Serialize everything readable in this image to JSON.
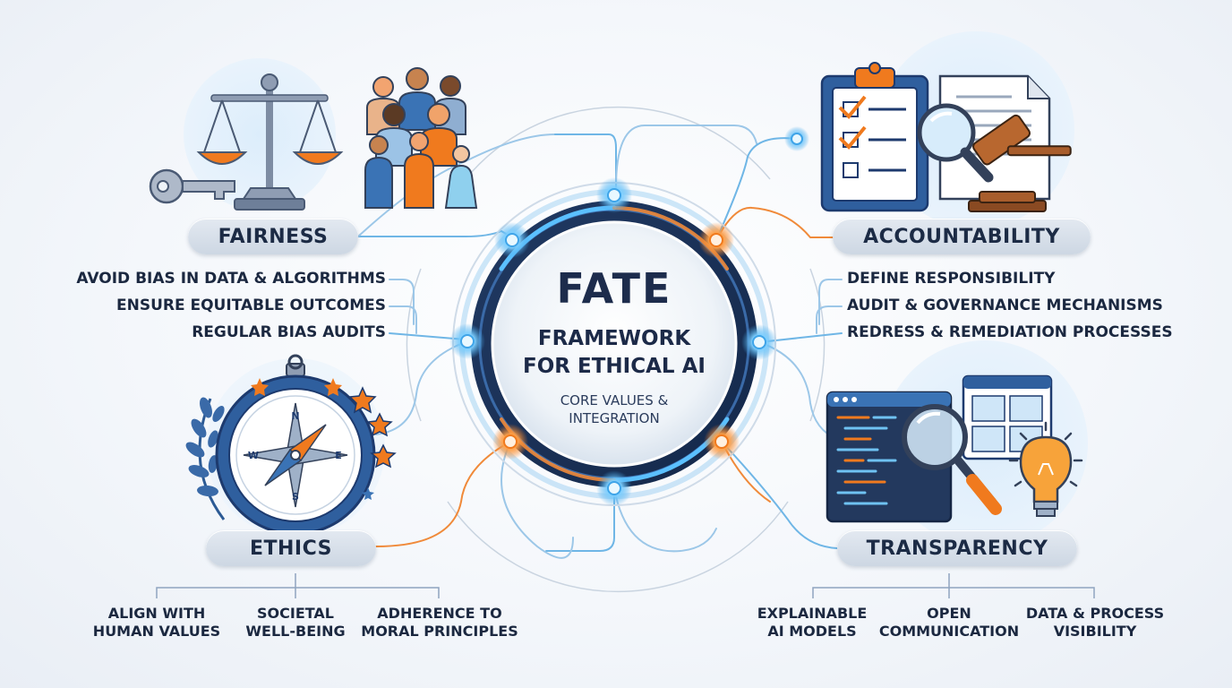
{
  "center": {
    "title": "FATE",
    "subtitle_line1": "FRAMEWORK",
    "subtitle_line2": "FOR ETHICAL AI",
    "caption_line1": "CORE VALUES &",
    "caption_line2": "INTEGRATION"
  },
  "fairness": {
    "label": "FAIRNESS",
    "items": [
      "AVOID BIAS IN DATA & ALGORITHMS",
      "ENSURE EQUITABLE OUTCOMES",
      "REGULAR BIAS AUDITS"
    ]
  },
  "accountability": {
    "label": "ACCOUNTABILITY",
    "items": [
      "DEFINE RESPONSIBILITY",
      "AUDIT & GOVERNANCE MECHANISMS",
      "REDRESS & REMEDIATION PROCESSES"
    ]
  },
  "ethics": {
    "label": "ETHICS",
    "items": [
      {
        "line1": "ALIGN WITH",
        "line2": "HUMAN VALUES"
      },
      {
        "line1": "SOCIETAL",
        "line2": "WELL-BEING"
      },
      {
        "line1": "ADHERENCE TO",
        "line2": "MORAL PRINCIPLES"
      }
    ]
  },
  "transparency": {
    "label": "TRANSPARENCY",
    "items": [
      {
        "line1": "EXPLAINABLE",
        "line2": "AI MODELS"
      },
      {
        "line1": "OPEN",
        "line2": "COMMUNICATION"
      },
      {
        "line1": "DATA & PROCESS",
        "line2": "VISIBILITY"
      }
    ]
  },
  "compass_letters": {
    "n": "N",
    "e": "E",
    "w": "W",
    "s": "S"
  },
  "icons": [
    "scales-icon",
    "key-icon",
    "people-group-icon",
    "clipboard-checklist-icon",
    "document-icon",
    "magnifier-icon",
    "gavel-icon",
    "compass-icon",
    "laurel-icon",
    "star-icon",
    "code-window-icon",
    "browser-window-icon",
    "lightbulb-icon"
  ],
  "colors": {
    "accent_blue": "#3fa4e8",
    "accent_orange": "#f07a1e",
    "navy": "#1d3a6e",
    "pill_bg": "#d3dce7"
  }
}
